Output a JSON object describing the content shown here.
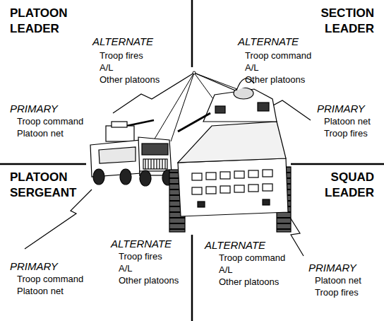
{
  "diagram": {
    "labels": [
      "PLATOON LEADER",
      "ALTERNATE",
      "Troop fires",
      "A/L",
      "Other platoons",
      "PRIMARY",
      "Troop command",
      "Platoon net",
      "SECTION LEADER",
      "ALTERNATE",
      "Troop command",
      "A/L",
      "Other platoons",
      "PRIMARY",
      "Platoon net",
      "Troop fires",
      "PLATOON SERGEANT",
      "PRIMARY",
      "Troop command",
      "Platoon net",
      "ALTERNATE",
      "Troop fires",
      "A/L",
      "Other platoons",
      "SQUAD LEADER",
      "ALTERNATE",
      "Troop command",
      "A/L",
      "Other platoons",
      "PRIMARY",
      "Platoon net",
      "Troop fires"
    ]
  }
}
